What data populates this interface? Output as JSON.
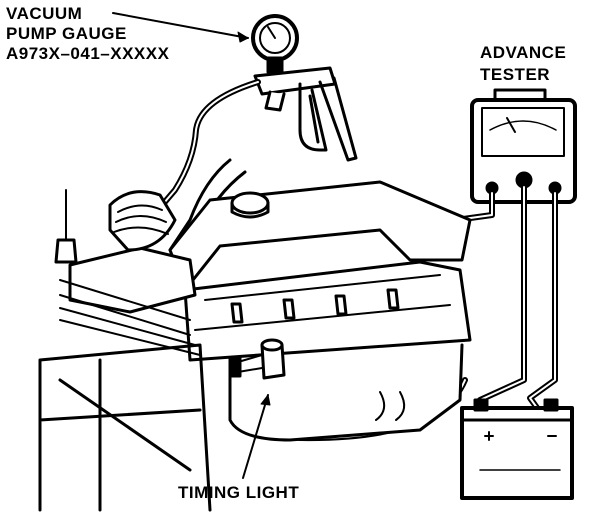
{
  "labels": {
    "vacuum_gauge": [
      "VACUUM",
      "PUMP GAUGE",
      "A973X–041–XXXXX"
    ],
    "advance_tester": [
      "ADVANCE",
      "TESTER"
    ],
    "timing_light": "TIMING LIGHT"
  },
  "colors": {
    "line": "#000000",
    "background": "#ffffff"
  }
}
